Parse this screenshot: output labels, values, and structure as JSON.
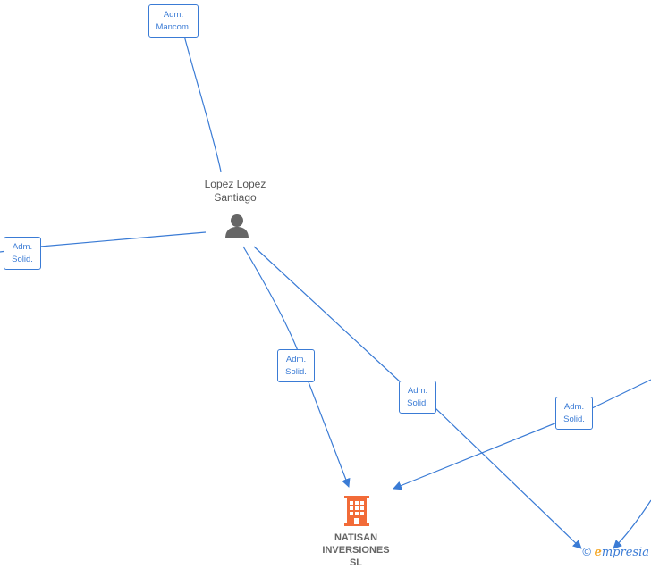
{
  "nodes": {
    "person": {
      "name_line1": "Lopez Lopez",
      "name_line2": "Santiago",
      "icon": "person-icon"
    },
    "company": {
      "name_line1": "NATISAN",
      "name_line2": "INVERSIONES",
      "name_line3": "SL",
      "icon": "building-icon"
    }
  },
  "edges": [
    {
      "role_line1": "Adm.",
      "role_line2": "Mancom."
    },
    {
      "role_line1": "Adm.",
      "role_line2": "Solid."
    },
    {
      "role_line1": "Adm.",
      "role_line2": "Solid."
    },
    {
      "role_line1": "Adm.",
      "role_line2": "Solid."
    },
    {
      "role_line1": "Adm.",
      "role_line2": "Solid."
    }
  ],
  "watermark": {
    "copyright": "©",
    "brand_initial": "e",
    "brand_rest": "mpresia"
  },
  "colors": {
    "edge": "#3a7bd5",
    "company": "#f26b38",
    "person": "#666666"
  }
}
